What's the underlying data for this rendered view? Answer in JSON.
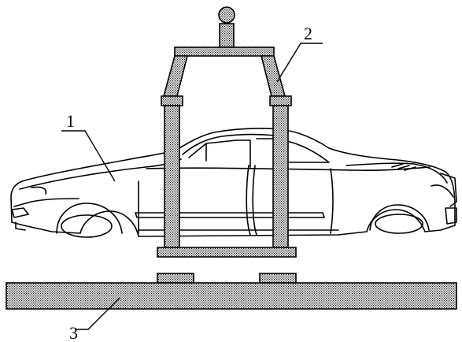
{
  "labels": {
    "body": "1",
    "hanger": "2",
    "conveyor": "3"
  }
}
